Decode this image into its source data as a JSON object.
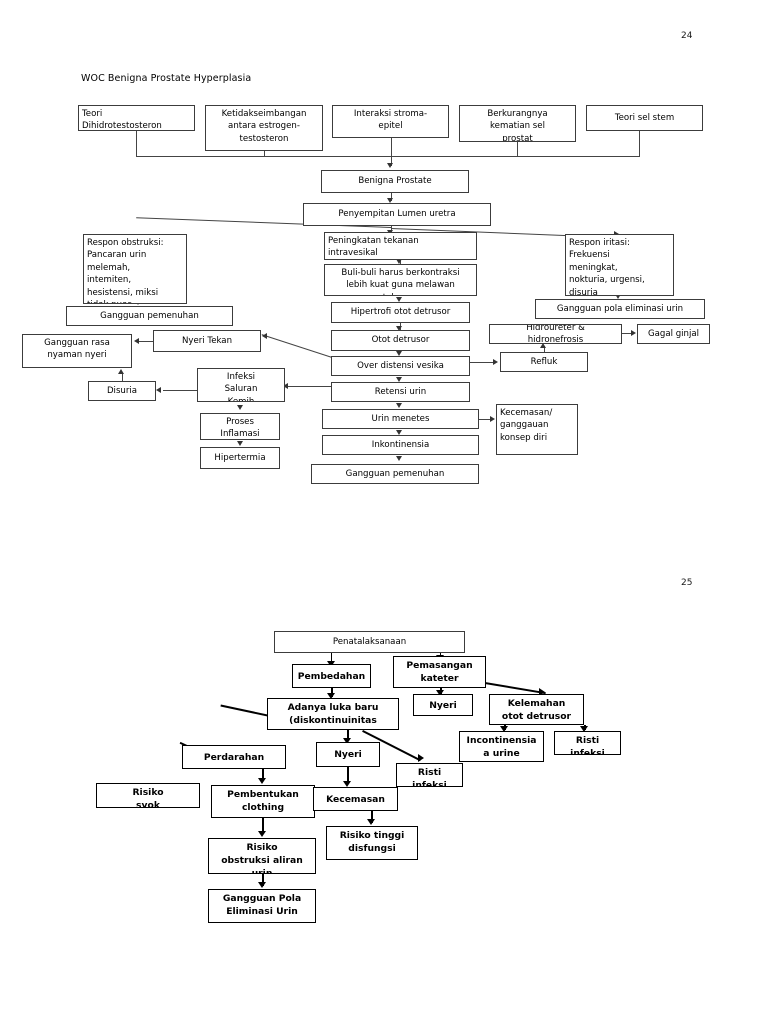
{
  "document": {
    "title": "WOC Benigna Prostate Hyperplasia",
    "page_numbers": [
      "24",
      "25"
    ]
  },
  "diagram1": {
    "title": "WOC Benigna Prostate Hyperplasia",
    "page": "24",
    "nodes": {
      "teori_dht": "Teori\nDihidrotestosteron",
      "ketidakseimbangan": "Ketidakseimbangan\nantara estrogen-\ntestosteron",
      "interaksi": "Interaksi stroma-\nepitel",
      "berkurangnya": "Berkurangnya\nkematian sel\nprostat",
      "teori_sel_stem": "Teori sel stem",
      "benigna_prostate": "Benigna Prostate",
      "penyempitan": "Penyempitan Lumen uretra",
      "respon_obstruksi": "Respon obstruksi:\nPancaran urin\nmelemah,\nintemiten,\nhesistensi, miksi\ntidak puas",
      "peningkatan_tekanan": "Peningkatan tekanan\nintravesikal",
      "respon_iritasi": "Respon iritasi:\nFrekuensi\nmeningkat,\nnokturia, urgensi,\ndisuria",
      "buli_buli": "Buli-buli harus berkontraksi\nlebih kuat guna melawan\ntahanan",
      "gangguan_pemenuhan_kiri": "Gangguan pemenuhan",
      "gangguan_pola_eliminasi": "Gangguan pola eliminasi urin",
      "hipertrofi": "Hipertrofi otot detrusor",
      "gangguan_rasa_nyaman": "Gangguan rasa\nnyaman nyeri",
      "nyeri_tekan": "Nyeri Tekan",
      "hidroureter": "Hidroureter &\nhidronefrosis",
      "gagal_ginjal": "Gagal ginjal",
      "otot_detrusor": "Otot detrusor",
      "over_distensi": "Over distensi vesika",
      "refluk": "Refluk",
      "disuria": "Disuria",
      "infeksi_saluran": "Infeksi\nSaluran\nKemih",
      "retensi_urin": "Retensi urin",
      "proses_inflamasi": "Proses\nInflamasi",
      "urin_menetes": "Urin menetes",
      "kecemasan_gangguan": "Kecemasan/\nganggauan\nkonsep diri",
      "hipertermia": "Hipertermia",
      "inkontinensia": "Inkontinensia",
      "gangguan_pemenuhan_bawah": "Gangguan pemenuhan"
    }
  },
  "diagram2": {
    "page": "25",
    "nodes": {
      "penatalaksanaan": "Penatalaksanaan",
      "pembedahan": "Pembedahan",
      "pemasangan_kateter": "Pemasangan\nkateter",
      "nyeri_kateter": "Nyeri",
      "kelemahan_otot": "Kelemahan\notot detrusor",
      "adanya_luka": "Adanya luka baru\n(diskontinuinitas\njaringan)",
      "incontinensia": "Incontinensia\na urine",
      "risti_infeksi_kanan": "Risti\ninfeksi",
      "perdarahan": "Perdarahan",
      "nyeri_luka": "Nyeri",
      "risti_infeksi": "Risti\ninfeksi",
      "risiko_syok": "Risiko\nsyok",
      "pembentukan_clothing": "Pembentukan\nclothing",
      "kecemasan": "Kecemasan",
      "risiko_tinggi_disfungsi": "Risiko tinggi\ndisfungsi",
      "risiko_obstruksi": "Risiko\nobstruksi aliran\nurin",
      "gangguan_pola_eliminasi_urin": "Gangguan Pola\nEliminasi Urin"
    }
  },
  "colors": {
    "box_border": "#3c3c3c",
    "box_border_bold": "#000000",
    "line": "#444444",
    "text": "#000000",
    "background": "#ffffff"
  }
}
